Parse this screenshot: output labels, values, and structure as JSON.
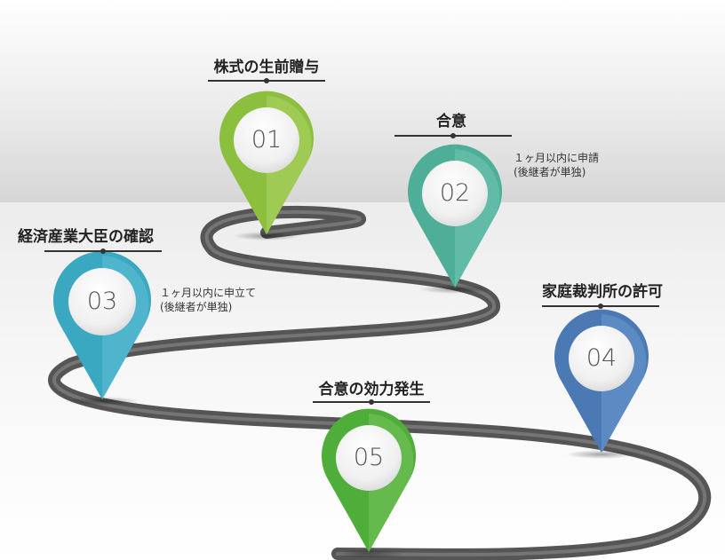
{
  "steps": [
    {
      "num": "01",
      "title": "株式の生前贈与",
      "note": [],
      "color": "#8cbf3e"
    },
    {
      "num": "02",
      "title": "合意",
      "note": [
        "１ヶ月以内に申請",
        "(後継者が単独)"
      ],
      "color": "#4fae98"
    },
    {
      "num": "03",
      "title": "経済産業大臣の確認",
      "note": [
        "１ヶ月以内に申立て",
        "(後継者が単独)"
      ],
      "color": "#3aa8c1"
    },
    {
      "num": "04",
      "title": "家庭裁判所の許可",
      "note": [],
      "color": "#4a79b4"
    },
    {
      "num": "05",
      "title": "合意の効力発生",
      "note": [],
      "color": "#4fad3a"
    }
  ]
}
